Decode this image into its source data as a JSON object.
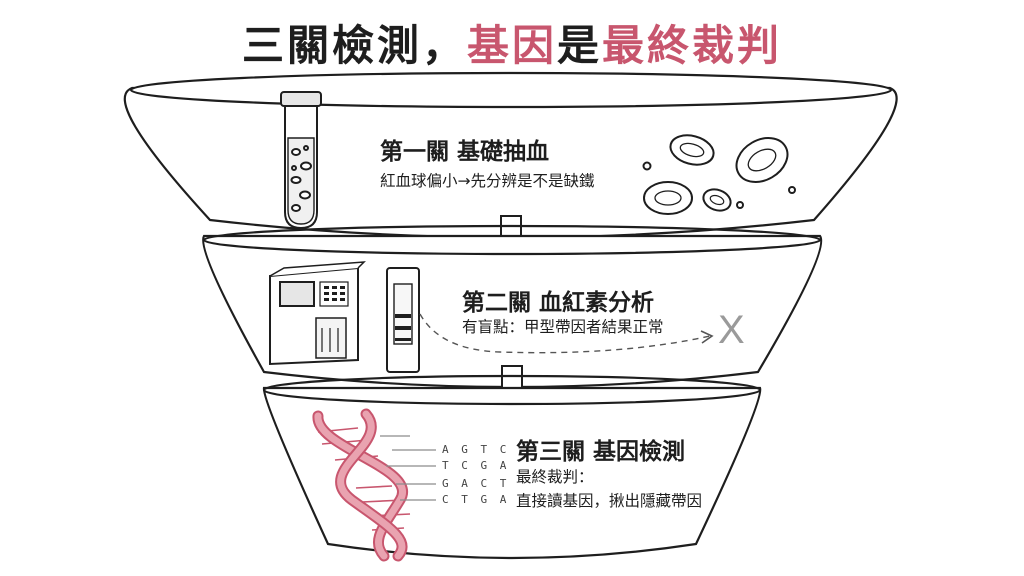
{
  "title": {
    "part1": "三關檢測，",
    "part2": "基因",
    "part3": "是",
    "part4": "最終裁判"
  },
  "colors": {
    "accent": "#c8566e",
    "ink": "#1e1e1e",
    "dna": "#e9a3b0",
    "dna_dark": "#c8566e"
  },
  "stages": [
    {
      "title": "第一關  基礎抽血",
      "desc": "紅血球偏小→先分辨是不是缺鐵",
      "icons": [
        "test-tube-icon",
        "red-blood-cells-icon"
      ]
    },
    {
      "title": "第二關  血紅素分析",
      "desc": "有盲點：甲型帶因者結果正常",
      "result": "X",
      "icons": [
        "analyzer-machine-icon",
        "test-strip-icon"
      ]
    },
    {
      "title": "第三關  基因檢測",
      "desc_lines": [
        "最終裁判：",
        "直接讀基因，揪出隱藏帶因"
      ],
      "dna_sequences": [
        "A G T C",
        "T C G A",
        "G A C T",
        "C T G A"
      ],
      "icons": [
        "dna-helix-icon"
      ]
    }
  ],
  "arrows": [
    "down-arrow-icon",
    "down-arrow-icon"
  ]
}
